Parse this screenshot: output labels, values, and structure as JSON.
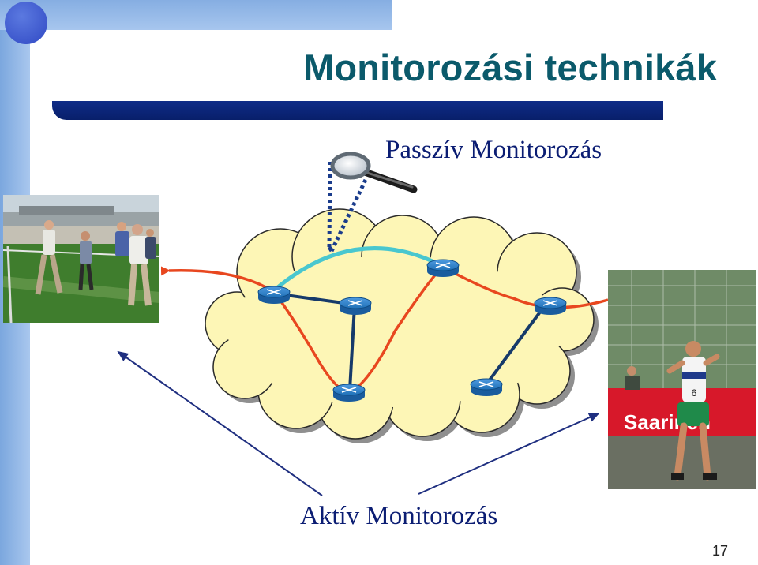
{
  "slide": {
    "title": "Monitorozási technikák",
    "passive_label": "Passzív Monitorozás",
    "active_label": "Aktív Monitorozás",
    "page_number": "17"
  },
  "photo_right": {
    "banner_text": "Saarinen",
    "bib_number": "6"
  },
  "icons": [
    "magnifying-glass-icon",
    "router-icon"
  ],
  "colors": {
    "title": "#0b5a6b",
    "accent_bar": "#0f2c88",
    "left_bar": "#8db3e6",
    "cloud_fill": "#fdf6b6",
    "active_path": "#e8471f",
    "passive_link": "#49c7cf",
    "link": "#163a6a",
    "router": "#1f70b7",
    "label_text": "#0b1d73"
  }
}
